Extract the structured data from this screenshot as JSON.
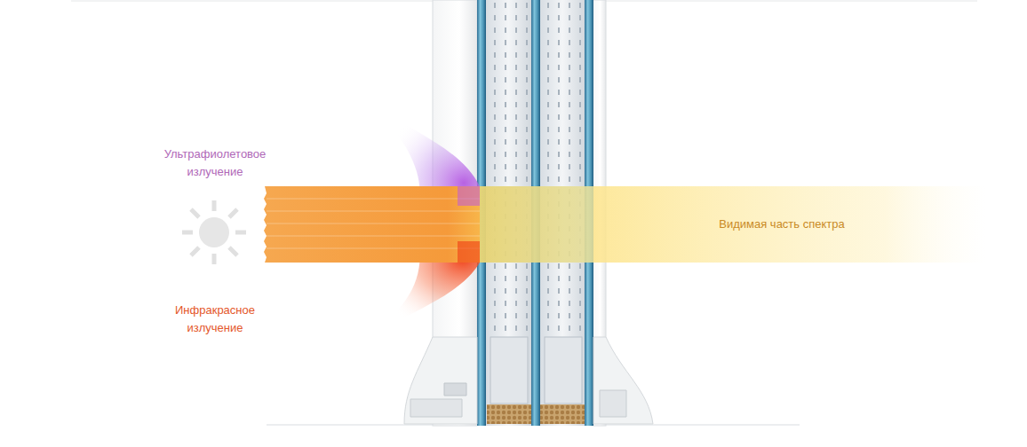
{
  "diagram": {
    "labels": [
      "Ультрафиолетовое излучение",
      "Инфракрасное излучение",
      "Видимая часть спектра"
    ]
  }
}
